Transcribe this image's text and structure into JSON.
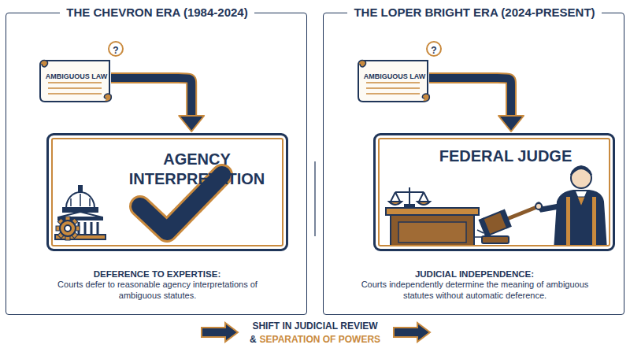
{
  "diagram": {
    "nodes": [
      {
        "text": [
          "THE CHEVRON ERA (1984-2024)",
          "DEFERENCE TO EXPERTISE:",
          "Courts defer to reasonable agency interpretations of ambiguous statutes."
        ]
      },
      {
        "text": [
          "AMBIGUOUS LAW"
        ],
        "in": 0
      },
      {
        "text": [
          "AGENCY INTERPRETATION"
        ],
        "in": 0
      },
      {
        "text": [
          "THE LOPER BRIGHT ERA (2024-PRESENT)",
          "JUDICIAL INDEPENDENCE:",
          "Courts independently determine the meaning of ambiguous statutes without automatic deference."
        ]
      },
      {
        "text": [
          "AMBIGUOUS LAW"
        ],
        "in": 3
      },
      {
        "text": [
          "FEDERAL JUDGE"
        ],
        "in": 3
      }
    ],
    "edges": [
      {
        "from": 1,
        "to": 2,
        "arrow": "to"
      },
      {
        "from": 4,
        "to": 5,
        "arrow": "to"
      }
    ],
    "labels": [
      "?",
      "?",
      "SHIFT IN JUDICIAL REVIEW",
      "&",
      "SEPARATION OF POWERS"
    ]
  }
}
